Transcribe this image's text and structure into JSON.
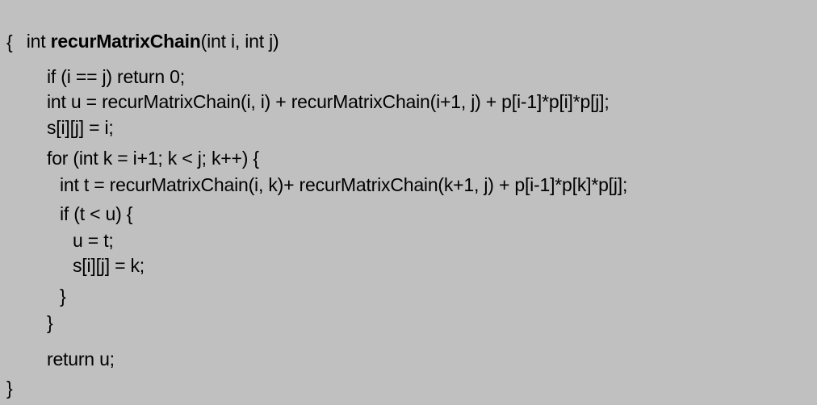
{
  "code": {
    "sig_prefix": "int ",
    "sig_name": "recurMatrixChain",
    "sig_suffix": "(int i, int j)",
    "line_open_brace": "{",
    "line_if": "if (i == j) return 0;",
    "line_u": "int u = recurMatrixChain(i, i) + recurMatrixChain(i+1, j) + p[i-1]*p[i]*p[j];",
    "line_s1": "s[i][j] = i;",
    "line_for": "for (int k = i+1; k < j; k++) {",
    "line_t": "int t = recurMatrixChain(i, k)+ recurMatrixChain(k+1, j) + p[i-1]*p[k]*p[j];",
    "line_if_t": "if (t < u) {",
    "line_u_t": "u = t;",
    "line_s2": "s[i][j] = k;",
    "line_close_if": "}",
    "line_close_for": "}",
    "line_return": "return u;",
    "line_close_func": "}"
  }
}
